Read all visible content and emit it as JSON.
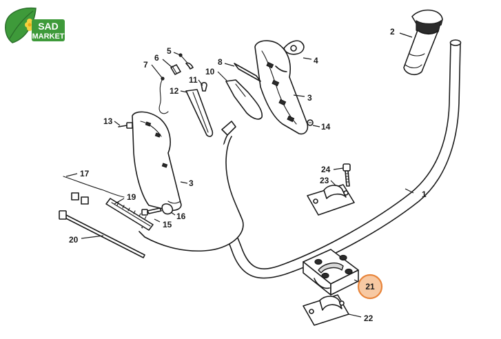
{
  "logo": {
    "text_line1": "SAD",
    "text_line2": "MARKET",
    "colors": {
      "leaf": "#3e9a3a",
      "leaf_dark": "#2a6f2a",
      "flower": "#f4d03f"
    }
  },
  "highlight": {
    "part": "21",
    "fill": "#f7c9a3",
    "stroke": "#e8843a"
  },
  "callouts": [
    {
      "id": "1",
      "label": "1"
    },
    {
      "id": "2",
      "label": "2"
    },
    {
      "id": "3a",
      "label": "3"
    },
    {
      "id": "3b",
      "label": "3"
    },
    {
      "id": "4",
      "label": "4"
    },
    {
      "id": "5",
      "label": "5"
    },
    {
      "id": "6",
      "label": "6"
    },
    {
      "id": "7",
      "label": "7"
    },
    {
      "id": "8",
      "label": "8"
    },
    {
      "id": "10",
      "label": "10"
    },
    {
      "id": "11",
      "label": "11"
    },
    {
      "id": "12",
      "label": "12"
    },
    {
      "id": "13",
      "label": "13"
    },
    {
      "id": "14",
      "label": "14"
    },
    {
      "id": "15",
      "label": "15"
    },
    {
      "id": "16",
      "label": "16"
    },
    {
      "id": "17",
      "label": "17"
    },
    {
      "id": "19",
      "label": "19"
    },
    {
      "id": "20",
      "label": "20"
    },
    {
      "id": "21",
      "label": "21"
    },
    {
      "id": "22",
      "label": "22"
    },
    {
      "id": "23",
      "label": "23"
    },
    {
      "id": "24",
      "label": "24"
    }
  ]
}
